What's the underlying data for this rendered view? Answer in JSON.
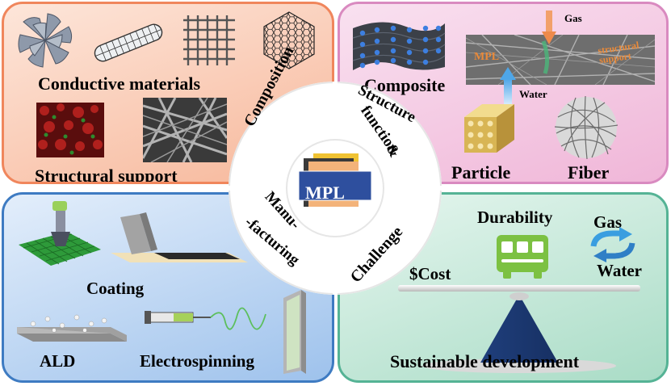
{
  "center": {
    "badge": "MPL"
  },
  "ring": {
    "composition": "Composition",
    "structure_line1": "Structure",
    "structure_line2": "&",
    "structure_line3": "function",
    "manufacturing_line1": "Manu-",
    "manufacturing_line2": "-facturing",
    "challenge": "Challenge"
  },
  "composition_panel": {
    "conductive_label": "Conductive materials",
    "structural_label": "Structural support"
  },
  "structure_panel": {
    "composite_label": "Composite",
    "particle_label": "Particle",
    "fiber_label": "Fiber",
    "gas_label": "Gas",
    "water_label": "Water",
    "mpl_inset_label": "MPL",
    "support_inset_label_1": "structural",
    "support_inset_label_2": "support"
  },
  "manufacturing_panel": {
    "coating_label": "Coating",
    "ald_label": "ALD",
    "electrospinning_label": "Electrospinning"
  },
  "challenge_panel": {
    "durability_label": "Durability",
    "gas_label": "Gas",
    "water_label": "Water",
    "cost_label": "$Cost",
    "sustainable_label": "Sustainable development"
  },
  "colors": {
    "composition_border": "#f0865c",
    "structure_border": "#d98ac0",
    "manufacturing_border": "#3e7bc2",
    "challenge_border": "#55b395",
    "bus_green": "#7cc142",
    "badge_blue": "#2e4f9e"
  }
}
